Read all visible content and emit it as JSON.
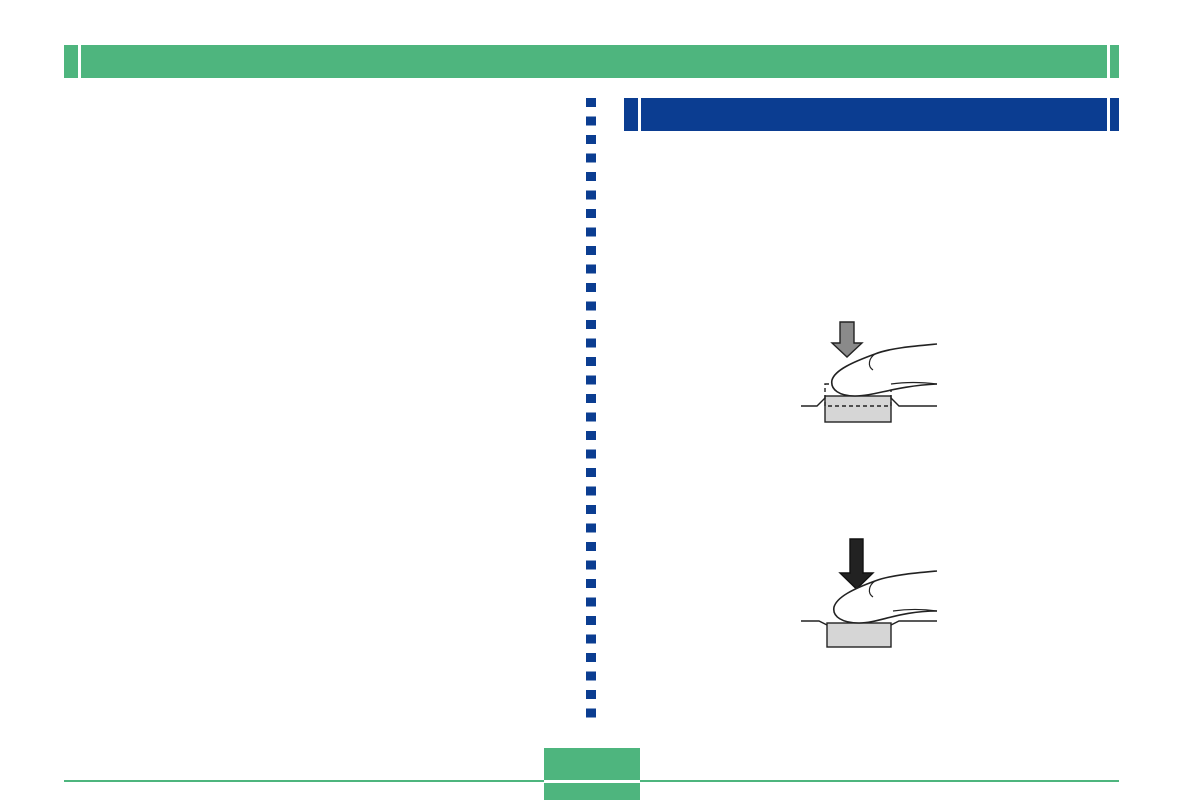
{
  "page": {
    "header_title": "",
    "section_title": "",
    "page_number": ""
  },
  "colors": {
    "green": "#4eb57e",
    "blue": "#0b3d91",
    "gray_arrow": "#8a8a8a",
    "dark_arrow": "#222222",
    "button_fill": "#d6d6d6"
  },
  "illustrations": [
    {
      "name": "half-press-illustration",
      "press_level": "half"
    },
    {
      "name": "full-press-illustration",
      "press_level": "full"
    }
  ]
}
